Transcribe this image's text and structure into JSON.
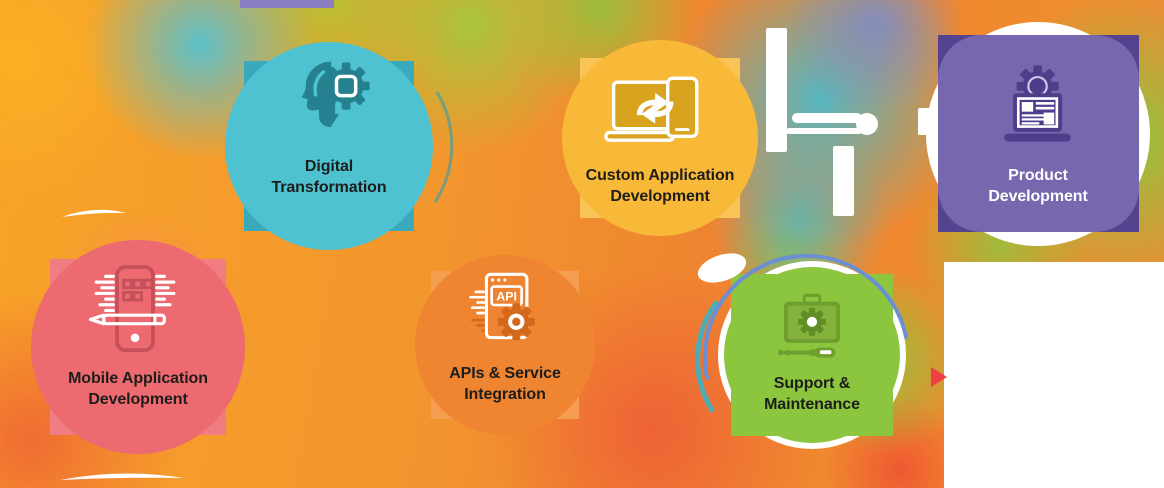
{
  "services": [
    {
      "id": "mobile-application-development",
      "label_line1": "Mobile Application",
      "label_line2": "Development",
      "circle_color": "#ed6a70",
      "accent_square_color": "#f07d82",
      "icon": "phone-pencil-icon",
      "icon_color": "#c5505b",
      "label_color": "#1d1d1b"
    },
    {
      "id": "digital-transformation",
      "label_line1": "Digital",
      "label_line2": "Transformation",
      "circle_color": "#4fc2d2",
      "accent_square_color": "#3aa9bc",
      "icon": "head-gear-icon",
      "icon_color": "#25808f",
      "label_color": "#1d1d1b"
    },
    {
      "id": "apis-service-integration",
      "label_line1": "APIs & Service",
      "label_line2": "Integration",
      "circle_color": "#ef8431",
      "accent_square_color": "#f59e52",
      "icon": "api-gear-icon",
      "icon_color": "#d4691b",
      "api_badge": "API",
      "label_color": "#1d1d1b"
    },
    {
      "id": "custom-application-development",
      "label_line1": "Custom Application",
      "label_line2": "Development",
      "circle_color": "#f8b838",
      "accent_square_color": "#f9c455",
      "icon": "laptop-sync-icon",
      "icon_color": "#d8a31f",
      "label_color": "#1d1d1b"
    },
    {
      "id": "support-maintenance",
      "label_line1": "Support &",
      "label_line2": "Maintenance",
      "circle_color": "#8cc63e",
      "accent_square_color": "#8cc63e",
      "icon": "toolbox-gear-icon",
      "icon_color": "#6f9f2e",
      "label_color": "#1d1d1b"
    },
    {
      "id": "product-development",
      "label_line1": "Product",
      "label_line2": "Development",
      "circle_color": "#7767ae",
      "accent_square_color": "#55438f",
      "icon": "laptop-layout-gear-icon",
      "icon_color": "#4e3d8b",
      "label_color": "#ffffff"
    }
  ],
  "background": {
    "base_orange": "#f09130",
    "yellow": "#f9b32a",
    "green": "#8cc63e",
    "teal": "#4db9ca",
    "slate_blue": "#7d8cc6",
    "purple_bar": "#8b7fc3",
    "red_orange": "#ee5a3a",
    "blue_arc": "#6b8fd2",
    "white": "#ffffff"
  }
}
